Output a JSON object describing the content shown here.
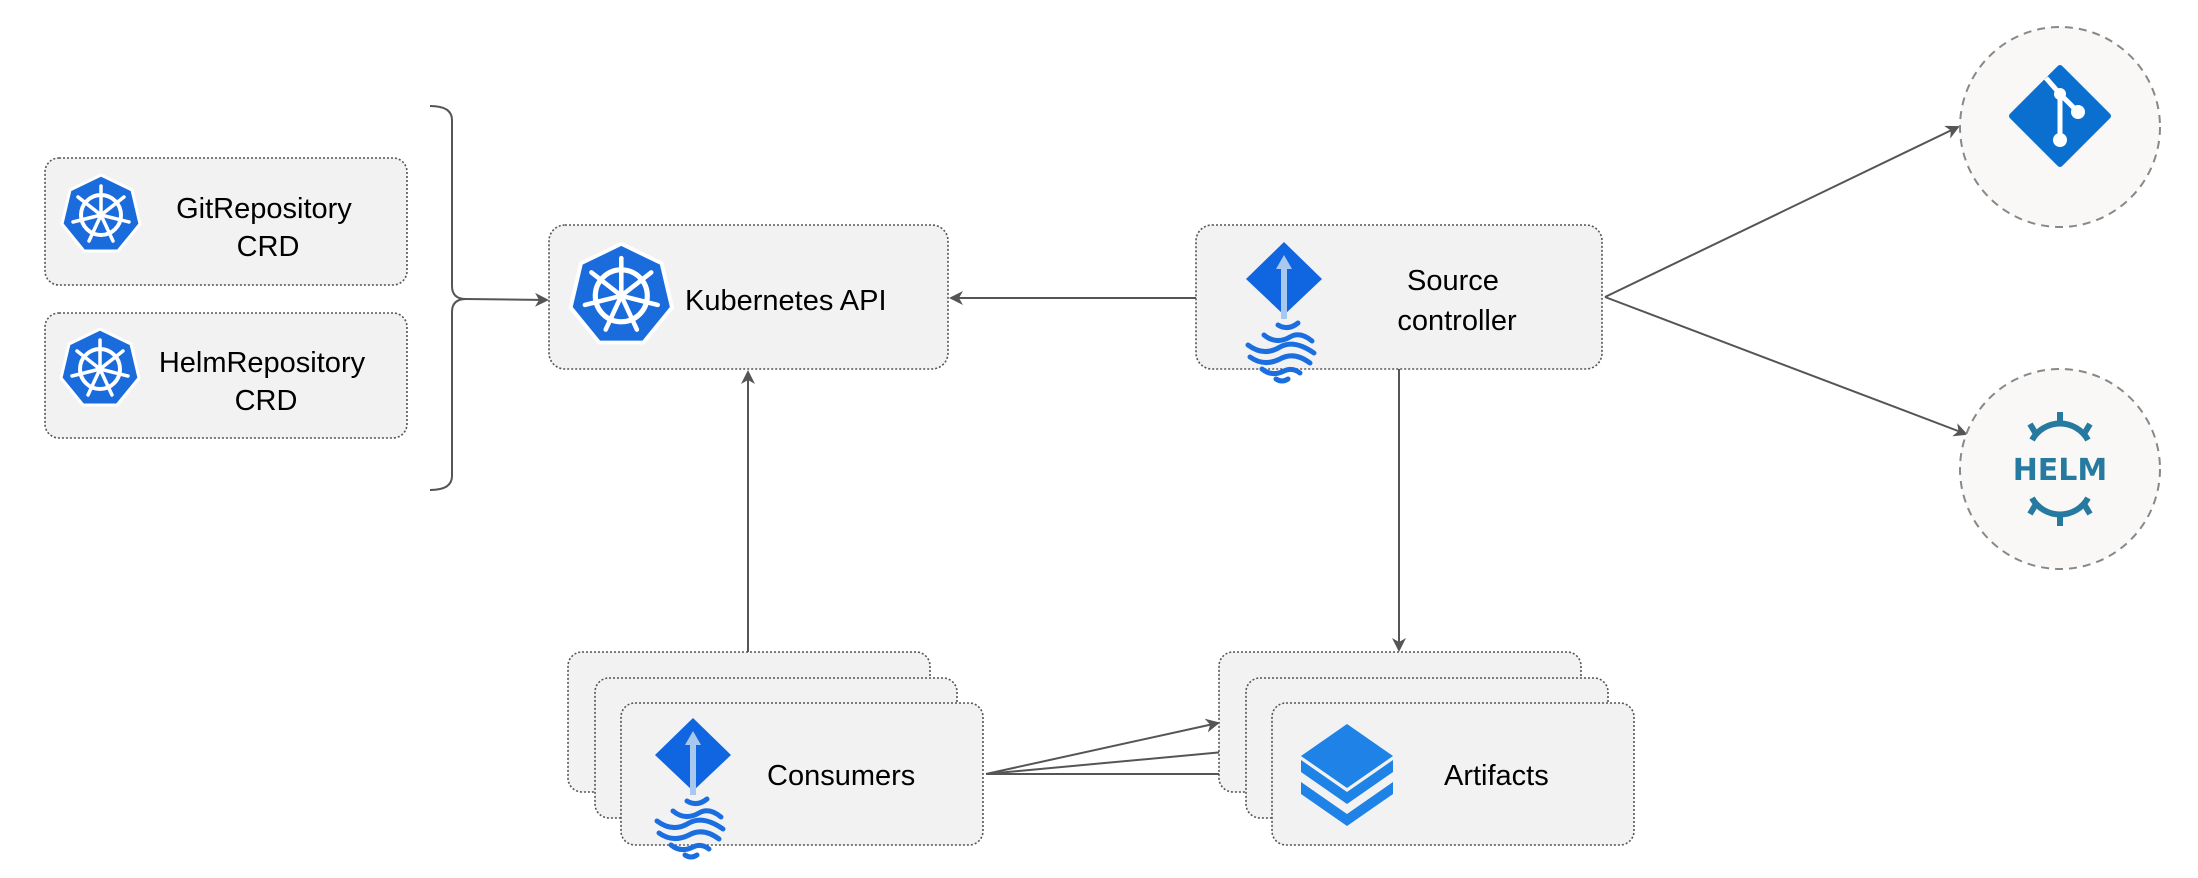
{
  "nodes": {
    "git_crd": {
      "line1": "GitRepository",
      "line2": "CRD",
      "icon": "kubernetes-icon"
    },
    "helm_crd": {
      "line1": "HelmRepository",
      "line2": "CRD",
      "icon": "kubernetes-icon"
    },
    "kube_api": {
      "label": "Kubernetes API",
      "icon": "kubernetes-icon"
    },
    "source_controller": {
      "line1": "Source",
      "line2": "controller",
      "icon": "flux-icon"
    },
    "consumers": {
      "label": "Consumers",
      "icon": "flux-icon"
    },
    "artifacts": {
      "label": "Artifacts",
      "icon": "layers-icon"
    },
    "git": {
      "icon": "git-icon"
    },
    "helm": {
      "logo_text": "HELM",
      "icon": "helm-icon"
    }
  },
  "colors": {
    "kubernetes_blue": "#326ce5",
    "flux_blue": "#1065e0",
    "git_blue": "#0a6fcf",
    "helm_teal": "#277a9f",
    "layers_blue": "#1e82e6",
    "node_fill": "#f2f2f2",
    "edge": "#555555"
  }
}
